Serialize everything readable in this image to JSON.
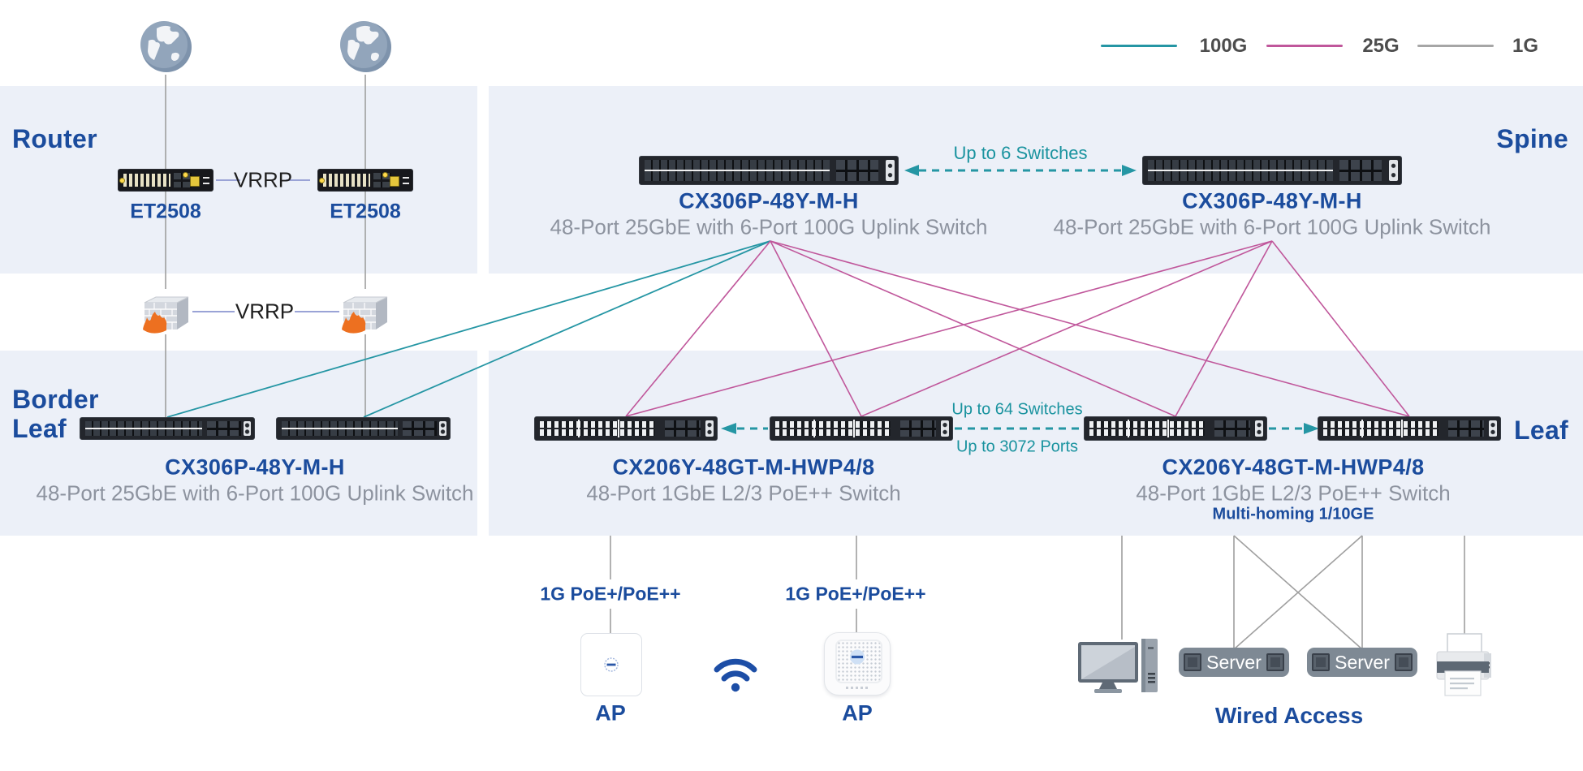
{
  "legend": {
    "items": [
      {
        "label": "100G",
        "color": "#2596a4"
      },
      {
        "label": "25G",
        "color": "#c0579b"
      },
      {
        "label": "1G",
        "color": "#a6a6a6"
      }
    ]
  },
  "sections": {
    "router": "Router",
    "spine": "Spine",
    "border_leaf_line1": "Border",
    "border_leaf_line2": "Leaf",
    "leaf": "Leaf"
  },
  "core": {
    "router_model": "ET2508",
    "vrrp": "VRRP"
  },
  "spine": {
    "model": "CX306P-48Y-M-H",
    "desc": "48-Port 25GbE with 6-Port 100G Uplink Switch",
    "scale_note": "Up to 6 Switches"
  },
  "border_leaf": {
    "model": "CX306P-48Y-M-H",
    "desc": "48-Port 25GbE with 6-Port 100G Uplink Switch"
  },
  "leaf": {
    "model": "CX206Y-48GT-M-HWP4/8",
    "desc": "48-Port 1GbE L2/3 PoE++ Switch",
    "multi_homing": "Multi-homing 1/10GE",
    "scale_note_switches": "Up to 64 Switches",
    "scale_note_ports": "Up to 3072 Ports"
  },
  "access": {
    "poe_link": "1G PoE+/PoE++",
    "ap_label": "AP",
    "servers": [
      "Server",
      "Server"
    ],
    "wired_label": "Wired Access"
  }
}
